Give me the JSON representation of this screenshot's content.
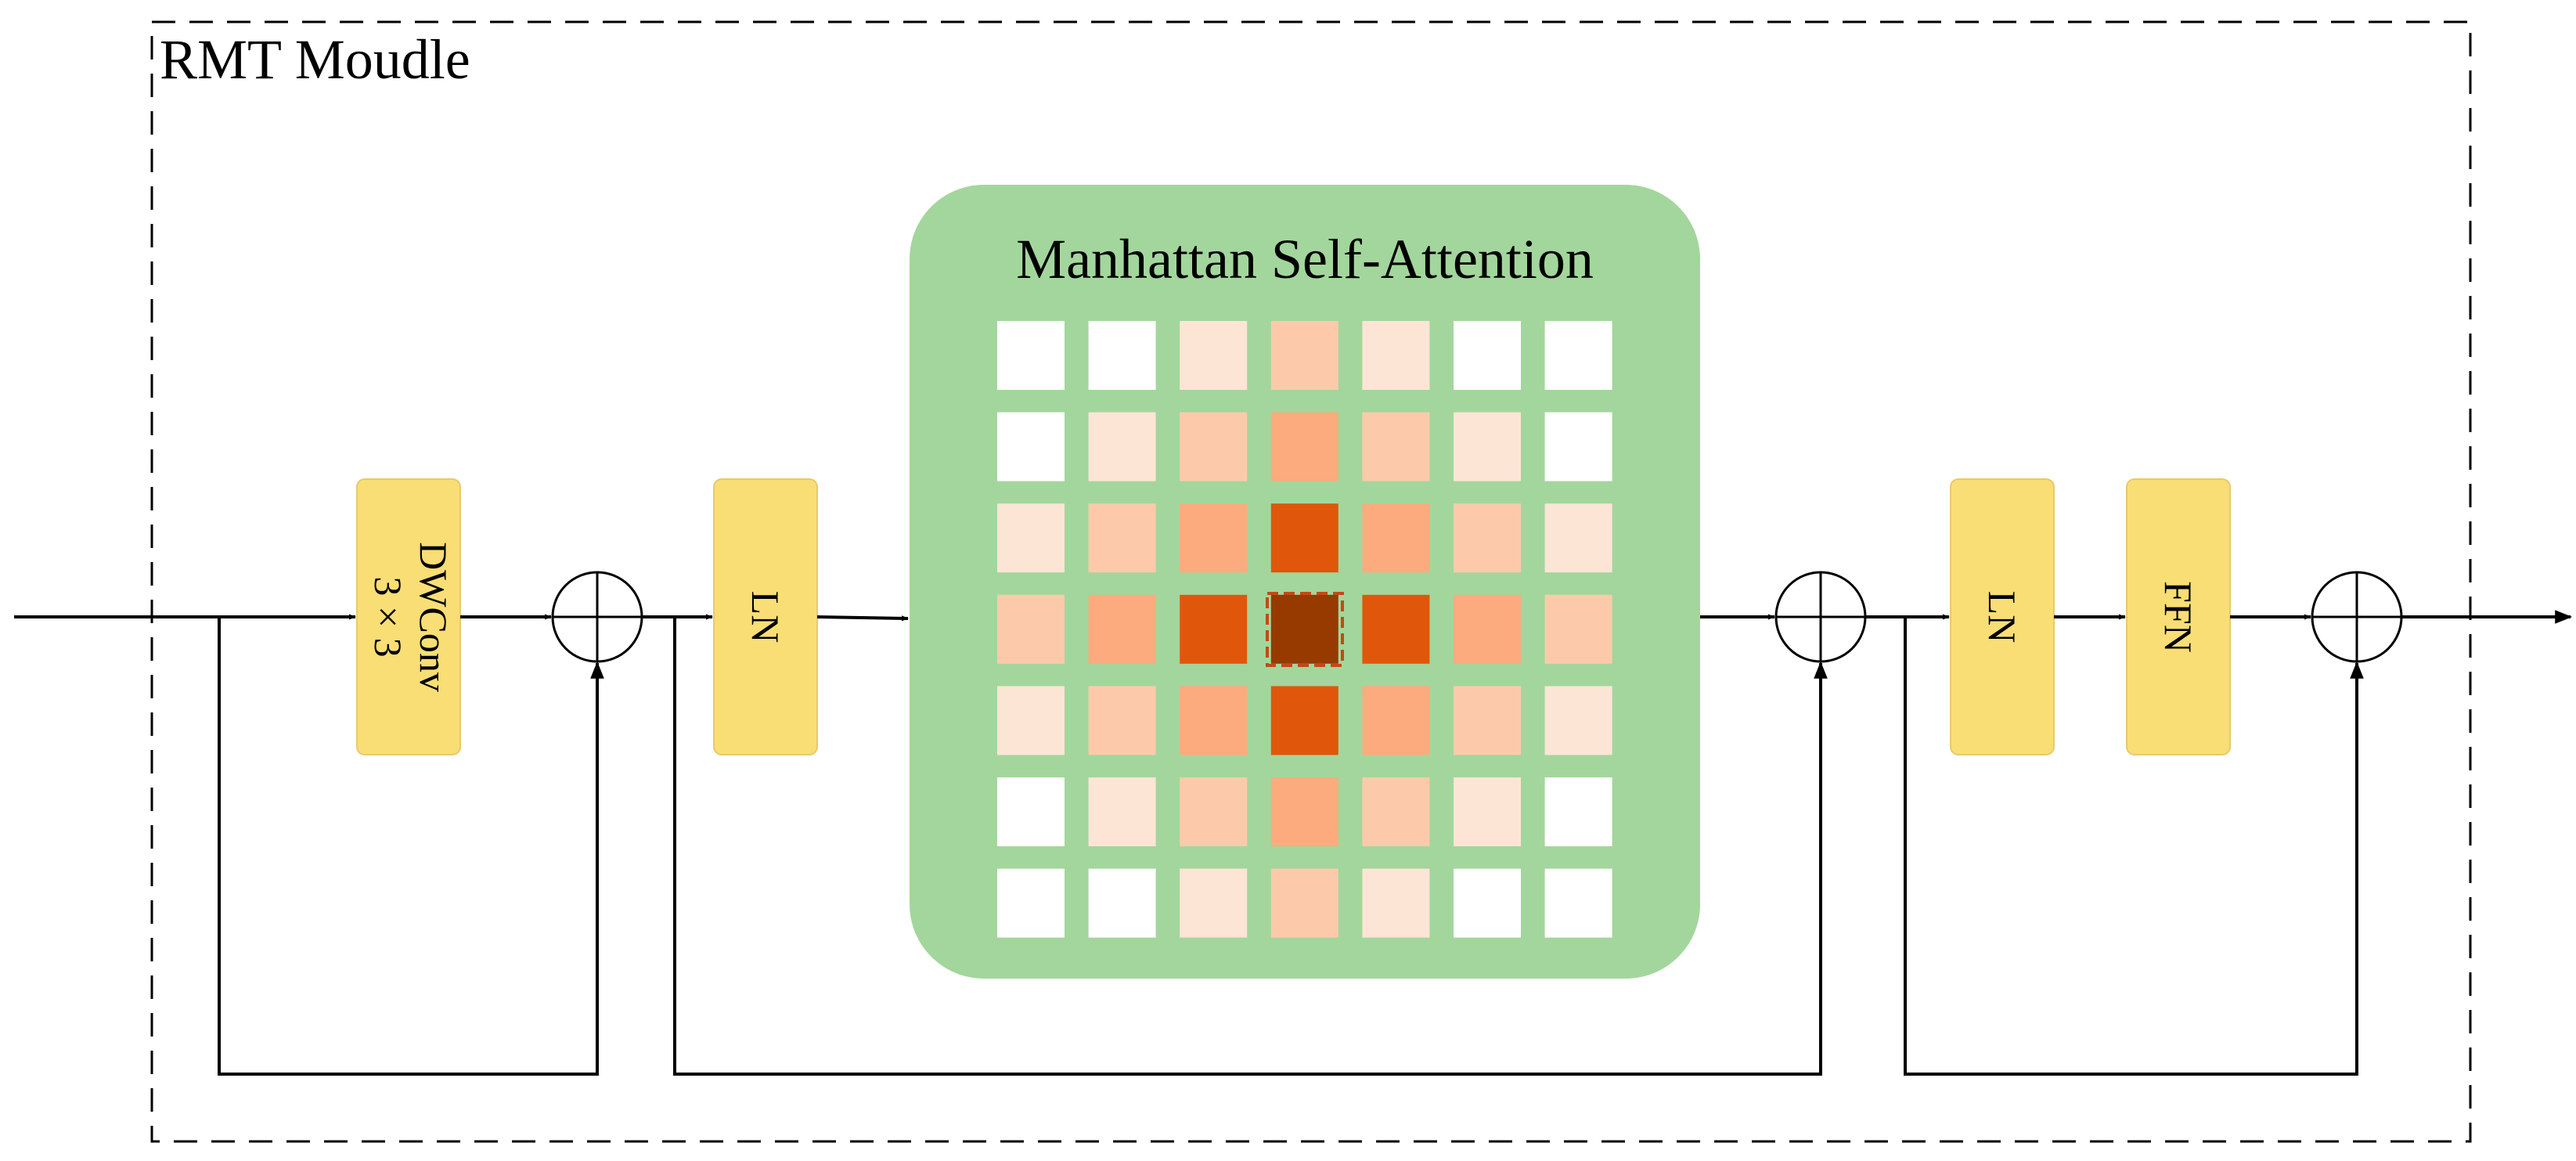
{
  "module": {
    "title": "RMT Moudle"
  },
  "blocks": {
    "dwconv": {
      "line1": "DWConv",
      "line2": "3 × 3"
    },
    "ln1": {
      "label": "LN"
    },
    "attention": {
      "title": "Manhattan Self-Attention"
    },
    "ln2": {
      "label": "LN"
    },
    "ffn": {
      "label": "FFN"
    }
  },
  "colors": {
    "block_fill": "#F9DE76",
    "block_stroke": "#E8C96A",
    "attention_bg": "#A3D69C",
    "level_0": "#FFFFFF",
    "level_1": "#FDE5D6",
    "level_2": "#FCCAAA",
    "level_3": "#FBAB7D",
    "level_4": "#E0570B",
    "level_5": "#963A00",
    "focus_outline": "#C24A17",
    "line": "#000000"
  },
  "attention_grid": {
    "size": 7,
    "center": [
      3,
      3
    ],
    "rule": "level = 5 - manhattan distance from center (min 0)"
  }
}
